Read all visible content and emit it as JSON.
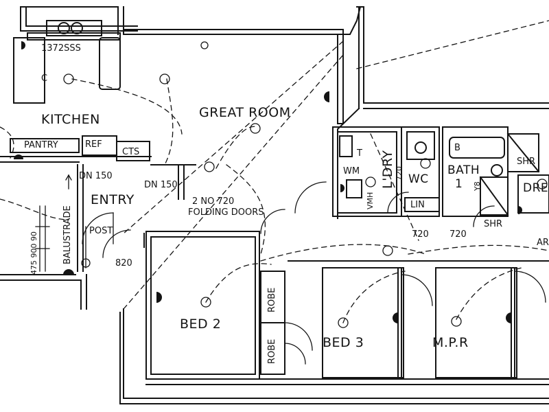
{
  "rooms": {
    "kitchen": "KITCHEN",
    "great_room": "GREAT ROOM",
    "entry": "ENTRY",
    "bed2": "BED 2",
    "bed3": "BED 3",
    "mpr": "M.P.R",
    "laundry": "L'DRY",
    "wc": "WC",
    "bath": "BATH",
    "bath_num": "1",
    "dress": "DRES"
  },
  "fixtures": {
    "sink_code": "1372SSS",
    "pantry": "PANTRY",
    "ref": "REF",
    "cts": "CTS",
    "wm": "WM",
    "lin": "LIN",
    "robe_upper": "ROBE",
    "robe_lower": "ROBE",
    "shr_top": "SHR",
    "shr_bottom": "SHR",
    "vmh": "VMH",
    "trough": "T",
    "bath_b": "B",
    "c": "C",
    "ar": "AR"
  },
  "annotations": {
    "dn150_a": "DN 150",
    "dn150_b": "DN 150",
    "folding_line1": "2 NO 720",
    "folding_line2": "FOLDING DOORS",
    "post": "POST",
    "balustrade": "BALUSTRADE",
    "dims_vertical": "475 900 90",
    "door_820": "820",
    "door_720_a": "720",
    "door_720_b": "720",
    "door_720_c": "720",
    "yb": "Y8"
  }
}
